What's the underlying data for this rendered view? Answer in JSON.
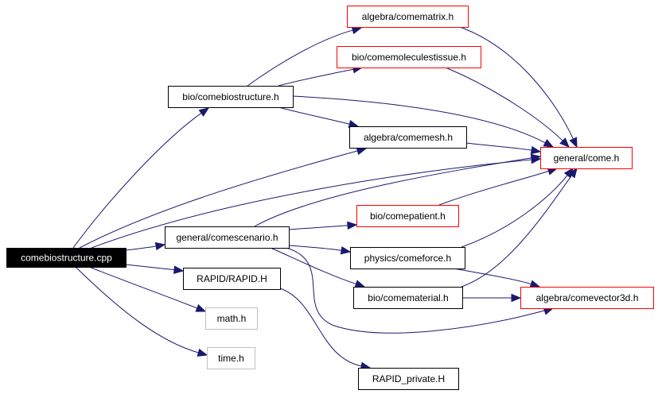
{
  "graph": {
    "title": "Include dependency graph for comebiostructure.cpp",
    "colors": {
      "edge": "#191970",
      "root_fill": "#000000",
      "root_text": "#ffffff",
      "documented_border": "#000000",
      "truncated_border": "#ff0000",
      "external_border": "#bfbfbf"
    },
    "nodes": [
      {
        "id": "root",
        "label": "comebiostructure.cpp",
        "kind": "root"
      },
      {
        "id": "biostructure",
        "label": "bio/comebiostructure.h",
        "kind": "documented"
      },
      {
        "id": "matrix",
        "label": "algebra/comematrix.h",
        "kind": "truncated"
      },
      {
        "id": "molecules",
        "label": "bio/comemoleculestissue.h",
        "kind": "truncated"
      },
      {
        "id": "mesh",
        "label": "algebra/comemesh.h",
        "kind": "documented"
      },
      {
        "id": "come",
        "label": "general/come.h",
        "kind": "truncated"
      },
      {
        "id": "scenario",
        "label": "general/comescenario.h",
        "kind": "documented"
      },
      {
        "id": "patient",
        "label": "bio/comepatient.h",
        "kind": "truncated"
      },
      {
        "id": "force",
        "label": "physics/comeforce.h",
        "kind": "documented"
      },
      {
        "id": "material",
        "label": "bio/comematerial.h",
        "kind": "documented"
      },
      {
        "id": "vector3d",
        "label": "algebra/comevector3d.h",
        "kind": "truncated"
      },
      {
        "id": "rapid",
        "label": "RAPID/RAPID.H",
        "kind": "documented"
      },
      {
        "id": "rapidprivate",
        "label": "RAPID_private.H",
        "kind": "documented"
      },
      {
        "id": "math",
        "label": "math.h",
        "kind": "external"
      },
      {
        "id": "time",
        "label": "time.h",
        "kind": "external"
      }
    ],
    "edges": [
      {
        "from": "root",
        "to": "biostructure"
      },
      {
        "from": "root",
        "to": "mesh"
      },
      {
        "from": "root",
        "to": "come"
      },
      {
        "from": "root",
        "to": "scenario"
      },
      {
        "from": "root",
        "to": "rapid"
      },
      {
        "from": "root",
        "to": "math"
      },
      {
        "from": "root",
        "to": "time"
      },
      {
        "from": "biostructure",
        "to": "matrix"
      },
      {
        "from": "biostructure",
        "to": "molecules"
      },
      {
        "from": "biostructure",
        "to": "come"
      },
      {
        "from": "biostructure",
        "to": "mesh"
      },
      {
        "from": "matrix",
        "to": "come"
      },
      {
        "from": "molecules",
        "to": "come"
      },
      {
        "from": "mesh",
        "to": "come"
      },
      {
        "from": "scenario",
        "to": "come"
      },
      {
        "from": "scenario",
        "to": "patient"
      },
      {
        "from": "scenario",
        "to": "force"
      },
      {
        "from": "scenario",
        "to": "material"
      },
      {
        "from": "scenario",
        "to": "vector3d"
      },
      {
        "from": "patient",
        "to": "come"
      },
      {
        "from": "force",
        "to": "come"
      },
      {
        "from": "force",
        "to": "vector3d"
      },
      {
        "from": "material",
        "to": "come"
      },
      {
        "from": "material",
        "to": "vector3d"
      },
      {
        "from": "rapid",
        "to": "rapidprivate"
      }
    ]
  }
}
